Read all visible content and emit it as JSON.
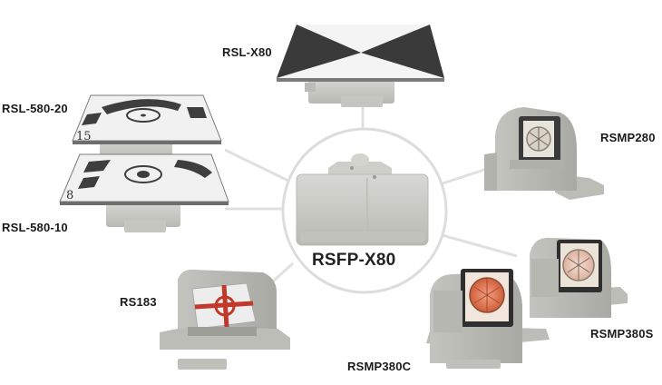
{
  "center": {
    "label": "RSFP-X80"
  },
  "products": [
    {
      "id": "rsl-x80",
      "label": "RSL-X80"
    },
    {
      "id": "rsl-580-20",
      "label": "RSL-580-20",
      "plate_number": "15"
    },
    {
      "id": "rsl-580-10",
      "label": "RSL-580-10",
      "plate_number": "8"
    },
    {
      "id": "rsmp280",
      "label": "RSMP280"
    },
    {
      "id": "rs183",
      "label": "RS183"
    },
    {
      "id": "rsmp380s",
      "label": "RSMP380S"
    },
    {
      "id": "rsmp380c",
      "label": "RSMP380C"
    }
  ],
  "colors": {
    "background": "#ffffff",
    "connector": "#dedede",
    "plastic": "#c9c9c4",
    "target_dark": "#3a3a3a",
    "target_face": "#f4f4f4",
    "reflector_red": "#c0392b",
    "reflector_orange": "#e8714a"
  }
}
